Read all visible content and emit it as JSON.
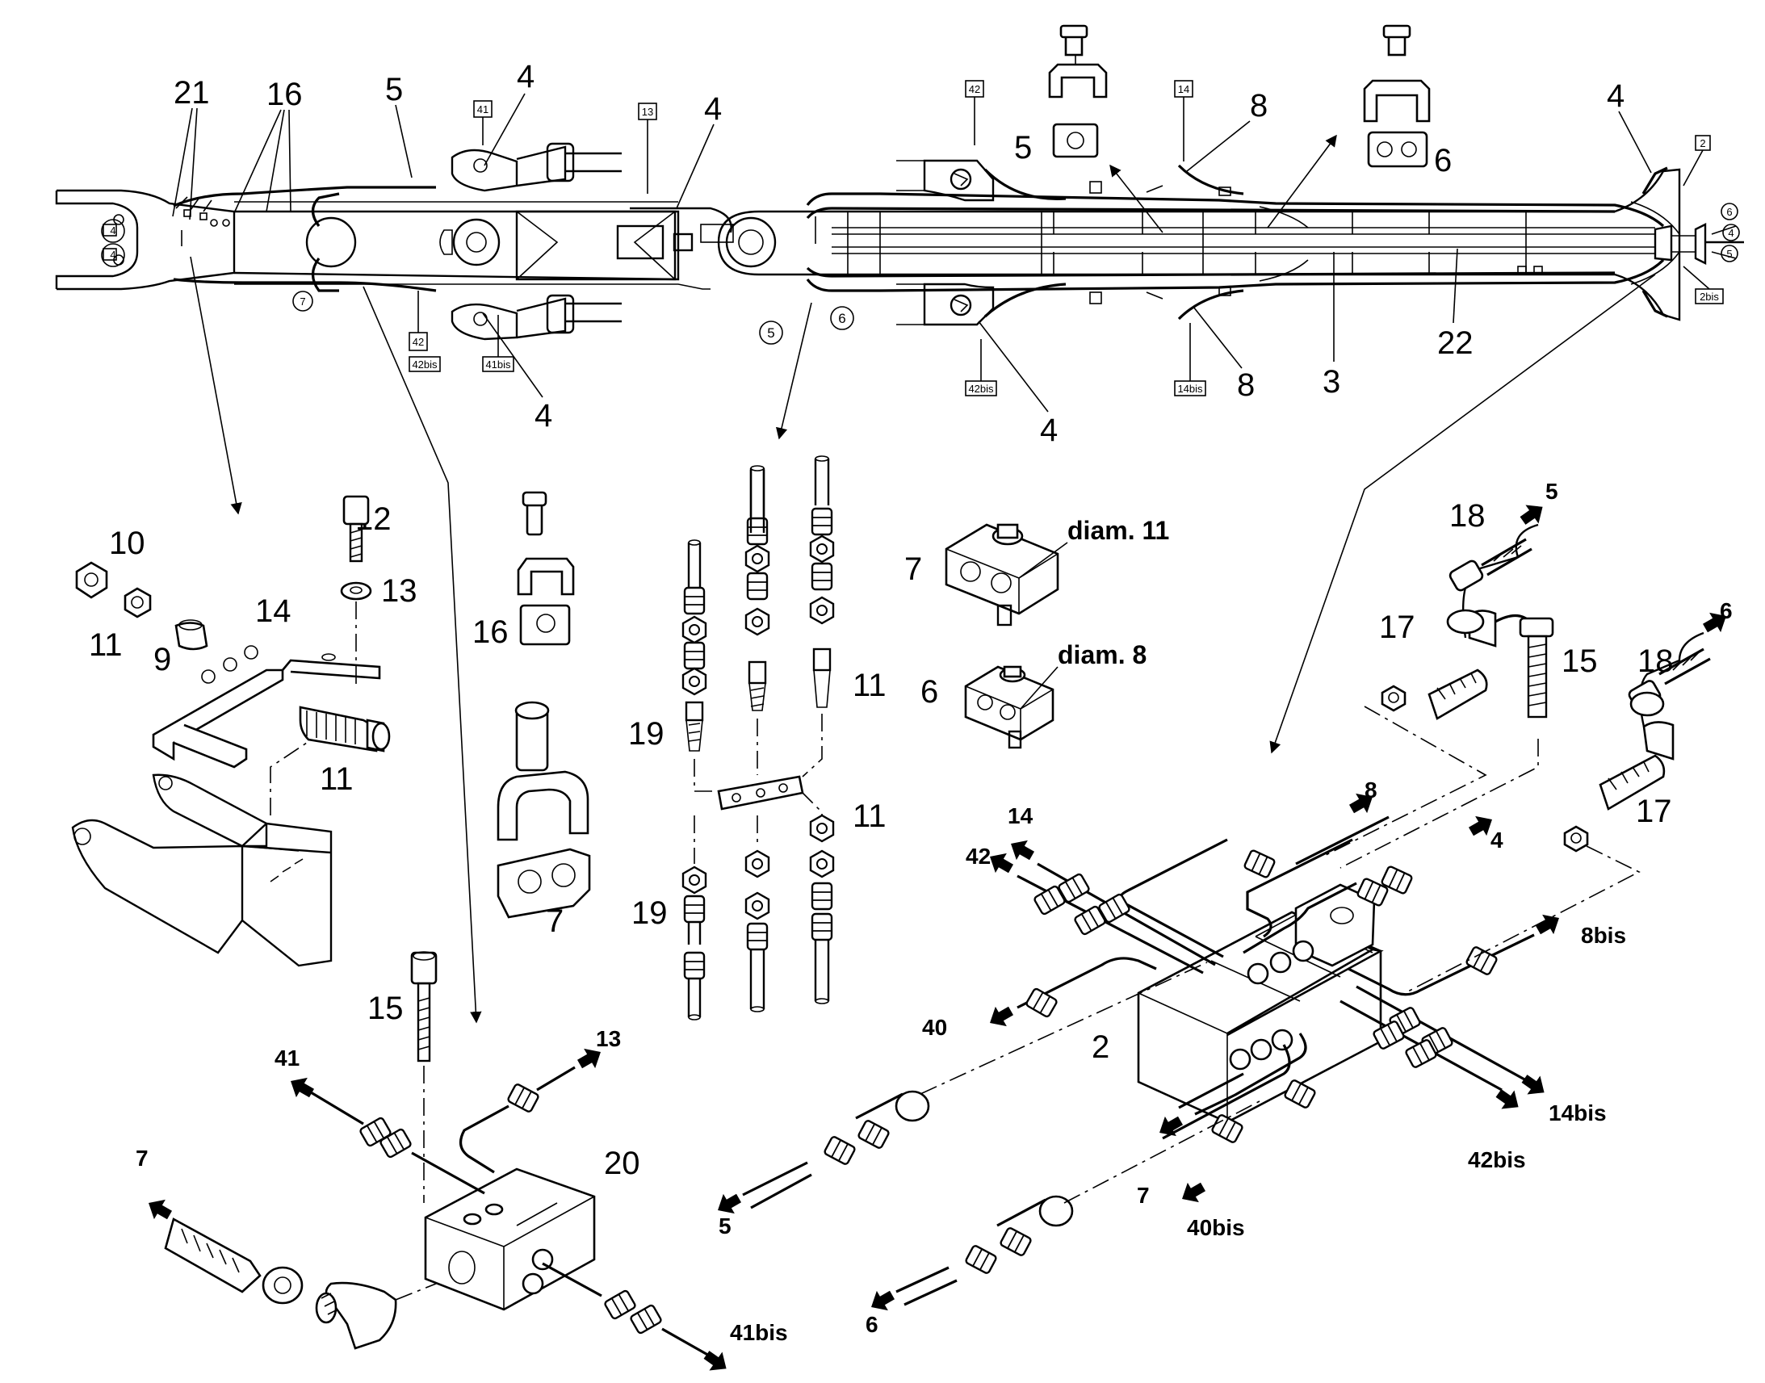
{
  "labels": {
    "top_21": "21",
    "top_16": "16",
    "top_5_left": "5",
    "top_4_a": "4",
    "top_4_b": "4",
    "top_4_c": "4",
    "top_4_d": "4",
    "top_8_a": "8",
    "top_5_mid": "5",
    "top_6_mid": "6",
    "top_4_right": "4",
    "top_8_b": "8",
    "top_3": "3",
    "top_22": "22",
    "b41": "41",
    "b41bis": "41bis",
    "b42": "42",
    "b42bis": "42bis",
    "b13": "13",
    "b14": "14",
    "b14bis": "14bis",
    "b2": "2",
    "b2bis": "2bis",
    "c7": "7",
    "c5": "5",
    "c6": "6",
    "c4": "4",
    "p10": "10",
    "p11a": "11",
    "p9": "9",
    "p14": "14",
    "p12": "12",
    "p13": "13",
    "p11b": "11",
    "p16": "16",
    "p7a": "7",
    "p19a": "19",
    "p19b": "19",
    "p11c": "11",
    "p11d": "11",
    "p7b": "7",
    "diam11": "diam. 11",
    "p6": "6",
    "diam8": "diam. 8",
    "p18a": "18",
    "p17a": "17",
    "p15a": "15",
    "p18b": "18",
    "p17b": "17",
    "p2": "2",
    "p15b": "15",
    "p20": "20",
    "a5_top": "5",
    "a6_top": "6",
    "a8": "8",
    "a14": "14",
    "a42": "42",
    "a4": "4",
    "a8bis": "8bis",
    "a40": "40",
    "a14bis": "14bis",
    "a42bis": "42bis",
    "a7_mid": "7",
    "a40bis": "40bis",
    "a5_bot": "5",
    "a6_bot": "6",
    "a41": "41",
    "a13": "13",
    "a7_left": "7",
    "a41bis": "41bis"
  },
  "icons": [
    "hydraulic-block",
    "pipe-clamp",
    "hose-fitting",
    "banjo-bolt",
    "arrow-outlet"
  ]
}
